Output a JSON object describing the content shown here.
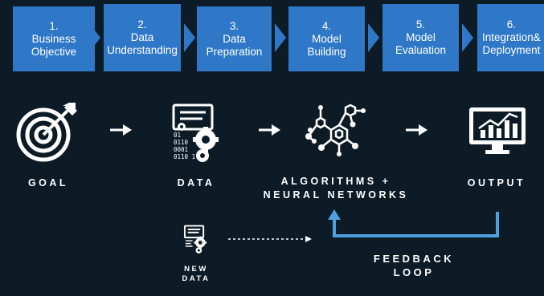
{
  "steps": [
    {
      "label": "1.\nBusiness\nObjective"
    },
    {
      "label": "2.\nData\nUnderstanding"
    },
    {
      "label": "3.\nData\nPreparation"
    },
    {
      "label": "4.\nModel\nBuilding"
    },
    {
      "label": "5.\nModel\nEvaluation"
    },
    {
      "label": "6.\nIntegration&\nDeployment"
    }
  ],
  "flow": {
    "goal": "GOAL",
    "data": "DATA",
    "algorithms": "ALGORITHMS +\nNEURAL NETWORKS",
    "output": "OUTPUT",
    "new_data": "NEW\nDATA",
    "feedback": "FEEDBACK\nLOOP"
  },
  "binary_text": [
    "01",
    "0110",
    "0001",
    "0110 1"
  ],
  "colors": {
    "step_blue": "#2f78c7",
    "chevron_blue": "#2f78c7",
    "feedback_line": "#4aa3e0",
    "background": "#0d1b26"
  }
}
